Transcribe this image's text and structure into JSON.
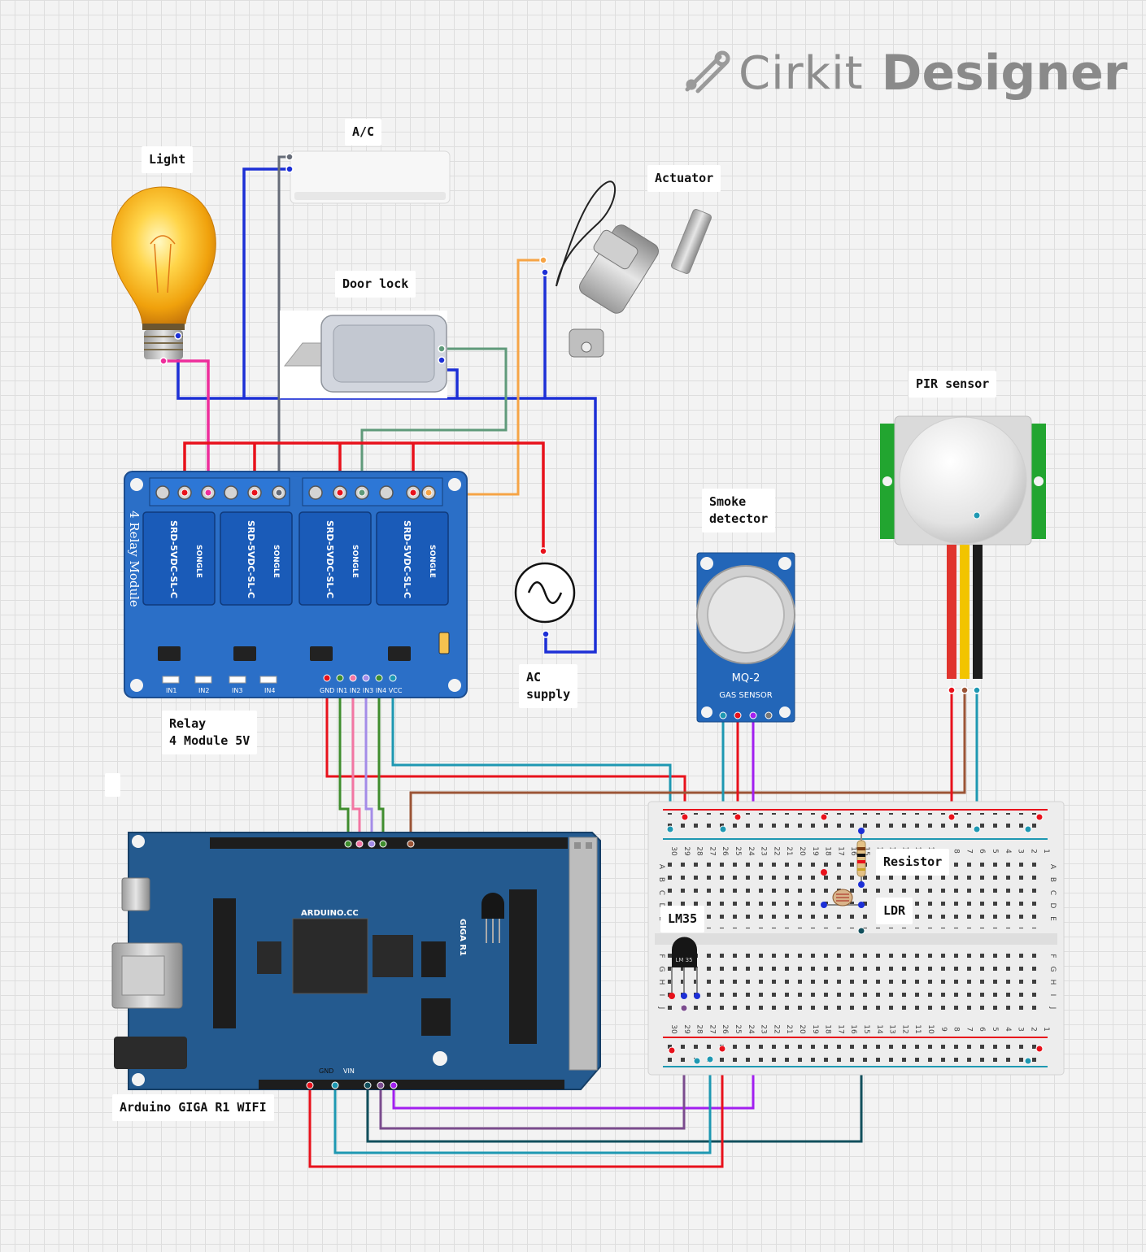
{
  "brand": {
    "name": "Cirkit",
    "product": "Designer",
    "icon": "cirkit-logo-icon"
  },
  "labels": {
    "light": "Light",
    "ac": "A/C",
    "actuator": "Actuator",
    "door_lock": "Door lock",
    "pir": "PIR sensor",
    "smoke": "Smoke\ndetector",
    "ac_supply": "AC\nsupply",
    "relay": "Relay\n4 Module 5V",
    "resistor": "Resistor",
    "ldr": "LDR",
    "lm35": "LM35",
    "arduino": "Arduino GIGA R1 WIFI"
  },
  "parts": {
    "relay_text": "4 Relay Module",
    "relay_coil": "SRD-5VDC-SL-C",
    "relay_brand": "SONGLE",
    "relay_inputs": [
      "IN1",
      "IN2",
      "IN3",
      "IN4"
    ],
    "relay_pins": "GND IN1 IN2 IN3 IN4 VCC",
    "mq2_name": "MQ-2",
    "mq2_sub": "GAS SENSOR",
    "lm35_text": "LM\n35",
    "arduino_url": "ARDUINO.CC",
    "arduino_giga": "GIGA R1",
    "arduino_power_pins": [
      "GND",
      "VIN"
    ],
    "breadboard_cols_top": [
      "30",
      "29",
      "28",
      "27",
      "26",
      "25",
      "24",
      "23",
      "22",
      "21",
      "20",
      "19",
      "18",
      "17",
      "16",
      "15",
      "14",
      "13",
      "12",
      "11",
      "10",
      "9",
      "8",
      "7",
      "6",
      "5",
      "4",
      "3",
      "2",
      "1"
    ],
    "breadboard_rows_top": [
      "A",
      "B",
      "C",
      "D",
      "E"
    ],
    "breadboard_rows_bottom": [
      "F",
      "G",
      "H",
      "I",
      "J"
    ]
  },
  "colors": {
    "red": "#e8111b",
    "blue": "#1c2fd6",
    "pink": "#ee2d9b",
    "gray": "#666c78",
    "orange": "#f6a446",
    "green": "#5f9a7a",
    "teal": "#1e98b2",
    "brown": "#9b5436",
    "purple": "#a21ff0",
    "lilac": "#a48ce8",
    "dkteal": "#114f5c",
    "plum": "#7b4c8e",
    "wire_green": "#3f8d2e",
    "wire_pink": "#f376a3",
    "relay_board": "#2b6fc7",
    "arduino_board": "#245a8f"
  }
}
